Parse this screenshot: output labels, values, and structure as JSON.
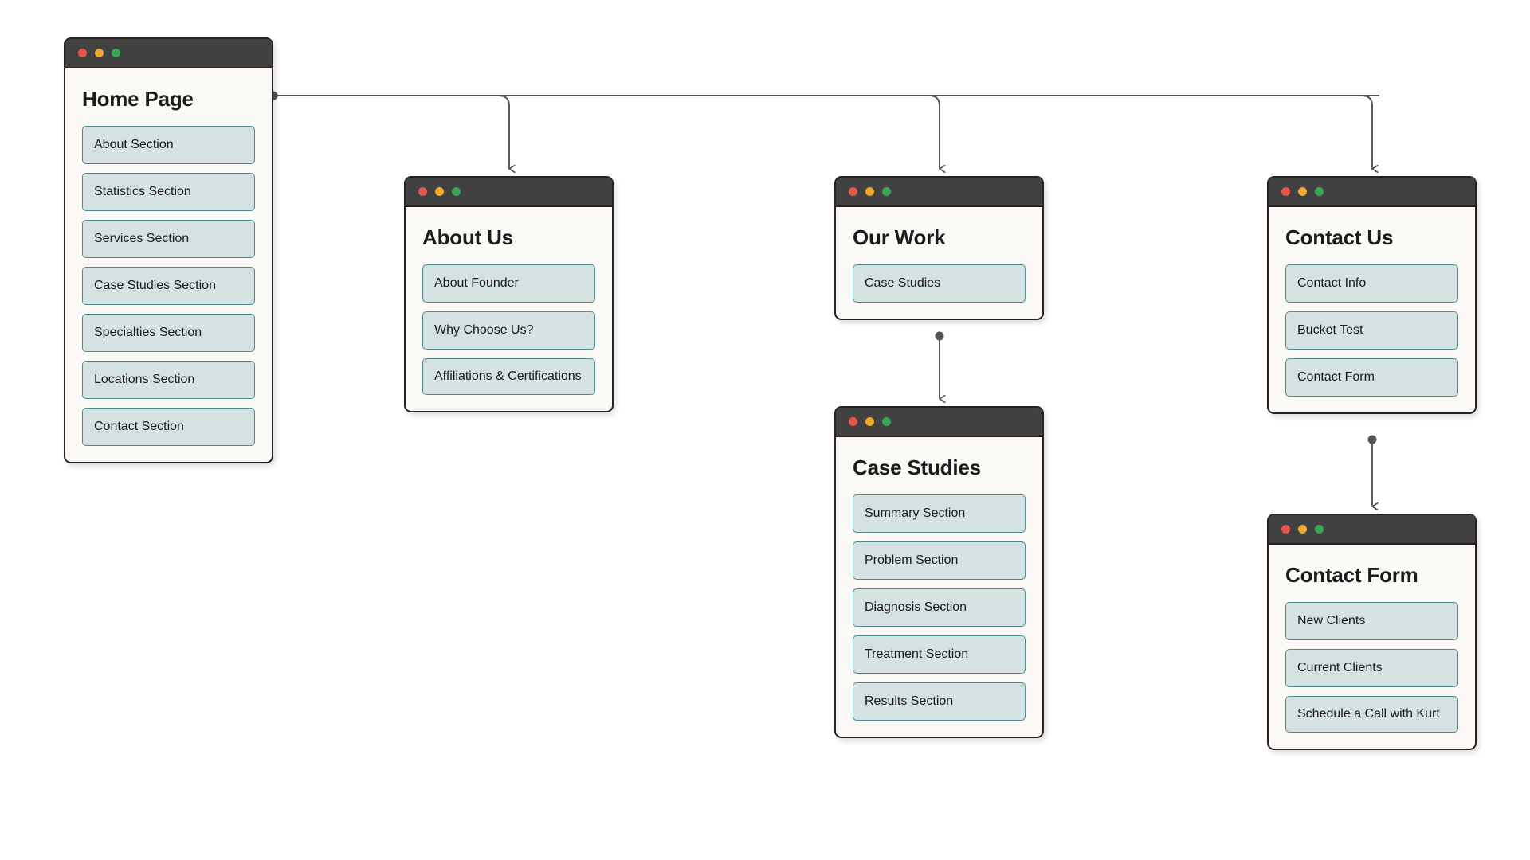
{
  "diagram": {
    "type": "sitemap",
    "background_color": "#ffffff",
    "card_colors": {
      "titlebar": "#414141",
      "body": "#faf9f6",
      "border": "#2b1f1f",
      "pill_fill": "#d5e2e2",
      "pill_border": "#4f8a91",
      "connector": "#555555"
    },
    "window_dots": [
      "red",
      "amber",
      "green"
    ]
  },
  "cards": {
    "home": {
      "title": "Home Page",
      "sections": [
        "About Section",
        "Statistics Section",
        "Services Section",
        "Case Studies Section",
        "Specialties Section",
        "Locations Section",
        "Contact Section"
      ]
    },
    "about": {
      "title": "About Us",
      "sections": [
        "About Founder",
        "Why Choose Us?",
        "Affiliations & Certifications"
      ]
    },
    "ourwork": {
      "title": "Our Work",
      "sections": [
        "Case Studies"
      ]
    },
    "casestudies": {
      "title": "Case Studies",
      "sections": [
        "Summary Section",
        "Problem Section",
        "Diagnosis Section",
        "Treatment Section",
        "Results Section"
      ]
    },
    "contactus": {
      "title": "Contact Us",
      "sections": [
        "Contact Info",
        "Bucket Test",
        "Contact Form"
      ]
    },
    "contactform": {
      "title": "Contact Form",
      "sections": [
        "New Clients",
        "Current Clients",
        "Schedule a Call with Kurt"
      ]
    }
  },
  "connections": [
    {
      "from": "home",
      "to": "about"
    },
    {
      "from": "home",
      "to": "ourwork"
    },
    {
      "from": "home",
      "to": "contactus"
    },
    {
      "from": "ourwork",
      "to": "casestudies"
    },
    {
      "from": "contactus",
      "to": "contactform"
    }
  ]
}
